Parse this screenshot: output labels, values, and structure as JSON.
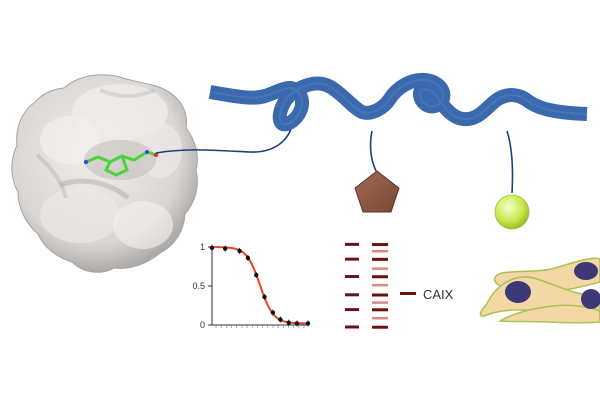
{
  "colors": {
    "background": "#ffffff",
    "polymer": "#3a69ad",
    "tether": "#1f3f7a",
    "protein_surface": "#d9d6d3",
    "protein_shadow": "#9f9b98",
    "ligand": "#4bd43b",
    "pentagon": "#7a4634",
    "sphere": "#c8ea4a",
    "fit_curve": "#e8442b",
    "data_point": "#111111",
    "gel_band": "#6b120e",
    "gel_band_light": "#d88a84",
    "cell_body": "#f3d8a5",
    "cell_outline": "#a9c254",
    "nucleus": "#3d3977"
  },
  "icons": {
    "protein": "protein-surface-icon",
    "ligand": "ligand-stick-icon",
    "pentagon": "pentagon-icon",
    "sphere": "sphere-icon",
    "cells": "cell-icon"
  },
  "chart_data": {
    "type": "scatter",
    "x_scale": "log",
    "ylim": [
      0,
      1
    ],
    "y_ticks": [
      "0",
      "0.5",
      "1"
    ],
    "points": [
      {
        "x": 0.001,
        "y": 0.99
      },
      {
        "x": 0.003,
        "y": 0.98
      },
      {
        "x": 0.01,
        "y": 0.95
      },
      {
        "x": 0.02,
        "y": 0.86
      },
      {
        "x": 0.04,
        "y": 0.64
      },
      {
        "x": 0.08,
        "y": 0.36
      },
      {
        "x": 0.16,
        "y": 0.16
      },
      {
        "x": 0.3,
        "y": 0.07
      },
      {
        "x": 0.6,
        "y": 0.03
      },
      {
        "x": 1.2,
        "y": 0.02
      },
      {
        "x": 3,
        "y": 0.02
      }
    ],
    "fit": {
      "top": 1.0,
      "bottom": 0.02,
      "ic50": 0.055,
      "hill": 1.8
    }
  },
  "gel": {
    "label": "CAIX",
    "left_lane": [
      0.05,
      0.22,
      0.42,
      0.63,
      0.8,
      1.0
    ],
    "right_lane": [
      0.05,
      0.13,
      0.22,
      0.33,
      0.42,
      0.52,
      0.63,
      0.72,
      0.8,
      0.9,
      1.0
    ],
    "right_lane_light": [
      0.13,
      0.33,
      0.52,
      0.72,
      0.9
    ]
  }
}
